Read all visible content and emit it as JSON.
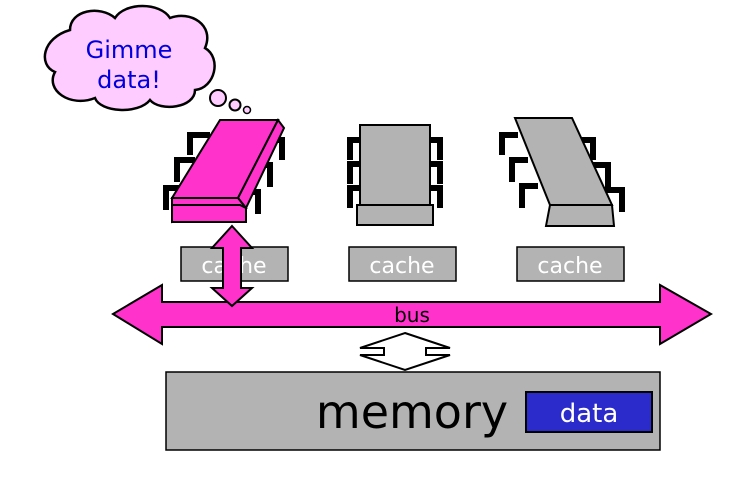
{
  "thought_bubble": {
    "line1": "Gimme",
    "line2": "data!"
  },
  "processors": [
    {
      "cache_label": "cache",
      "state": "requesting"
    },
    {
      "cache_label": "cache",
      "state": "idle"
    },
    {
      "cache_label": "cache",
      "state": "idle"
    }
  ],
  "bus": {
    "label": "bus"
  },
  "memory": {
    "label": "memory",
    "data_label": "data"
  },
  "colors": {
    "highlight": "#ff33cc",
    "chip_gray": "#b3b3b3",
    "cache_gray": "#b3b3b3",
    "bubble_fill": "#ffccff",
    "text_blue": "#0000dd",
    "data_box": "#2b2bcc",
    "ink": "#000000"
  }
}
